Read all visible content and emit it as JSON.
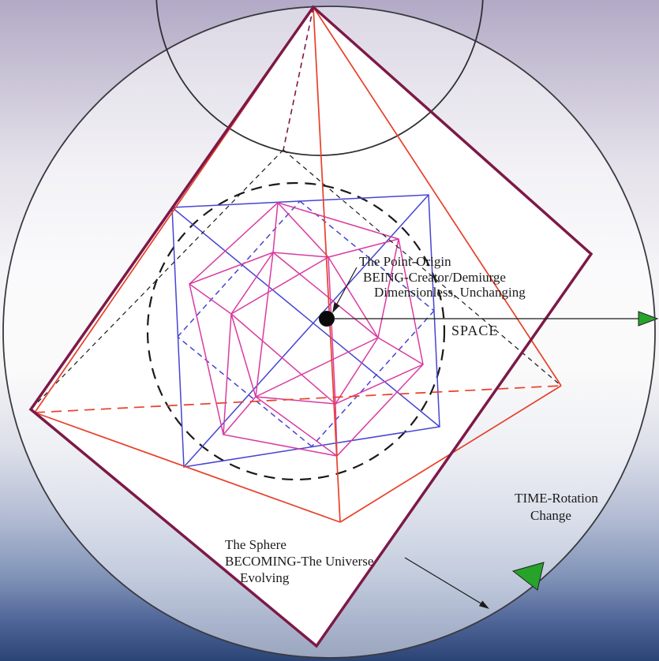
{
  "labels": {
    "origin": {
      "line1": "The Point-Origin",
      "line2": "BEING-Creator/Demiurge",
      "line3": "Dimensionless, Unchanging"
    },
    "space": "SPACE",
    "time": {
      "line1": "TIME-Rotation",
      "line2": "Change"
    },
    "sphere": {
      "line1": "The Sphere",
      "line2": "BECOMING-The Universe",
      "line3": "Evolving"
    }
  },
  "colors": {
    "octahedron_outer": "#7d1947",
    "octahedron_inner": "#e8402a",
    "cube": "#4545d2",
    "icosahedron": "#d93ba1",
    "arrow_green": "#27a32b",
    "ink": "#1b1b1b",
    "sphere_outline": "#3a3a40",
    "background_top": "#b2aac6",
    "background_bottom": "#2b4476"
  },
  "icons": {
    "space_arrowhead": "right-arrowhead-icon",
    "rotation_arrowhead": "rotation-arrowhead-icon",
    "origin_pointer": "arrow-to-point-icon",
    "sphere_pointer": "arrow-to-sphere-icon"
  }
}
